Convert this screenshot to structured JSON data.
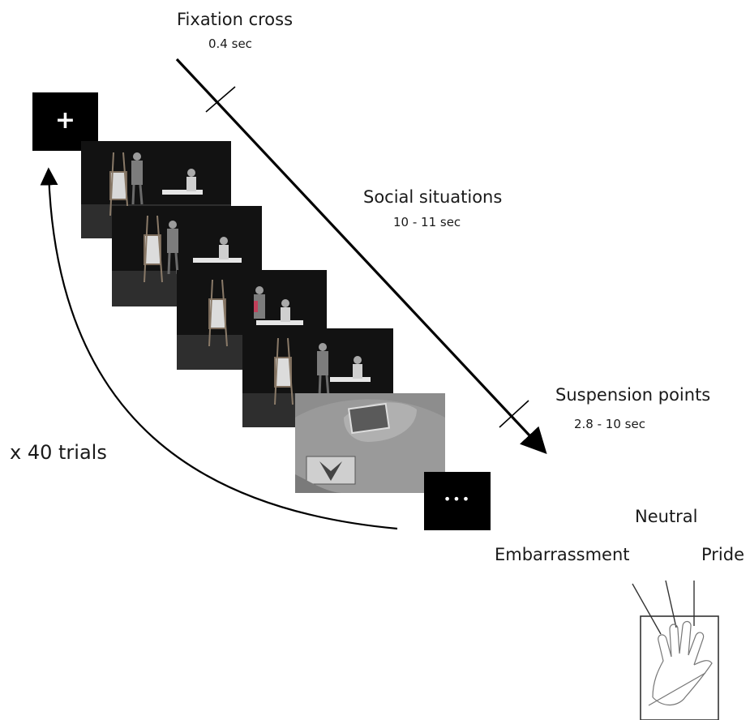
{
  "labels": {
    "fixation_title": "Fixation cross",
    "fixation_duration": "0.4 sec",
    "social_title": "Social situations",
    "social_duration": "10 - 11 sec",
    "suspension_title": "Suspension points",
    "suspension_duration": "2.8 - 10 sec",
    "trials": "x 40 trials",
    "response_neutral": "Neutral",
    "response_embarrassment": "Embarrassment",
    "response_pride": "Pride"
  },
  "screens": {
    "fixation_symbol": "+",
    "suspension_symbol": "•••"
  }
}
